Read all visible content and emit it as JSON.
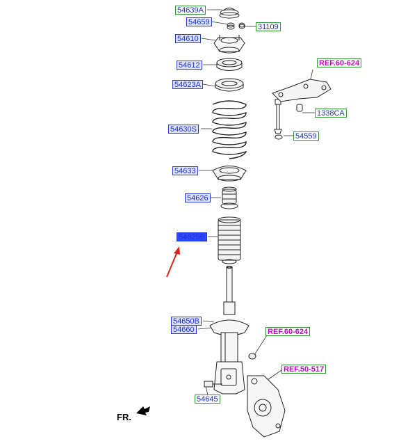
{
  "parts": {
    "p54639A": "54639A",
    "p54659": "54659",
    "p31109": "31109",
    "p54610": "54610",
    "p54612": "54612",
    "p54623A": "54623A",
    "p54630S": "54630S",
    "p54633": "54633",
    "p54626": "54626",
    "p54625B": "54625B",
    "p54650B": "54650B",
    "p54660": "54660",
    "p54645": "54645",
    "p1338CA": "1338CA",
    "p54559": "54559",
    "ref_top": "REF.60-624",
    "ref_mid": "REF.60-624",
    "ref_low": "REF.50-517"
  },
  "direction_label": "FR.",
  "colors": {
    "label_text": "#1a2fd6",
    "ref_text": "#d000d0",
    "box_green": "#2f9a2f",
    "box_blue": "#2a3bd8",
    "highlight": "#2f49ff",
    "arrow": "#e0201a"
  }
}
